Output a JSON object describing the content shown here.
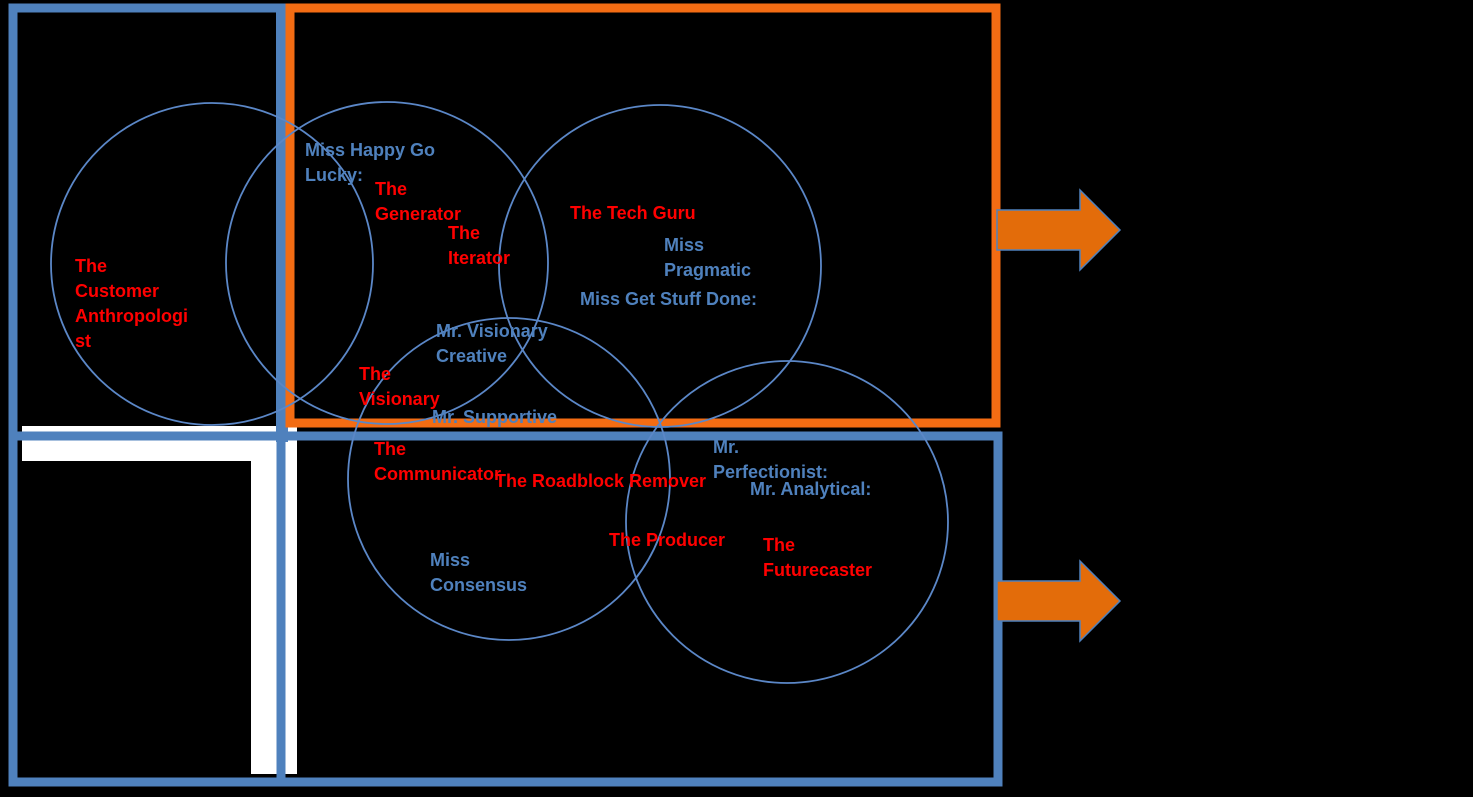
{
  "colors": {
    "background": "#000000",
    "frame_blue": "#4F81BD",
    "frame_orange": "#F36C13",
    "arrow_fill": "#E36C0A",
    "label_red": "#FF0000",
    "label_blue": "#4F81BD",
    "white_block": "#FFFFFF"
  },
  "labels": {
    "customer_anthropologist": "The\nCustomer\nAnthropologi\nst",
    "miss_happy_go_lucky": "Miss Happy Go\nLucky:",
    "the_generator": "The\nGenerator",
    "the_iterator": "The\nIterator",
    "the_tech_guru": "The Tech Guru",
    "miss_pragmatic": "Miss\nPragmatic",
    "miss_get_stuff_done": "Miss Get Stuff Done:",
    "mr_visionary_creative": "Mr. Visionary\nCreative",
    "the_visionary": "The\nVisionary",
    "mr_supportive": "Mr. Supportive",
    "the_communicator": "The\nCommunicator",
    "the_roadblock_remover": "The Roadblock Remover",
    "mr_perfectionist": "Mr.\nPerfectionist:",
    "mr_analytical": "Mr. Analytical:",
    "the_producer": "The Producer",
    "the_futurecaster": "The\nFuturecaster",
    "miss_consensus": "Miss\nConsensus"
  }
}
